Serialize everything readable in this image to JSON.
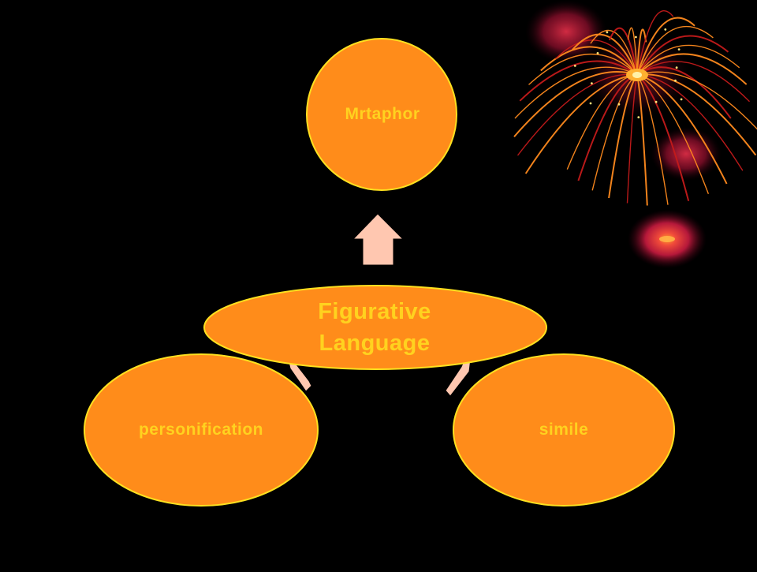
{
  "diagram": {
    "center": {
      "label": "Figurative Language"
    },
    "nodes": {
      "top": {
        "label": "Mrtaphor"
      },
      "left": {
        "label": "personification"
      },
      "right": {
        "label": "simile"
      }
    }
  },
  "colors": {
    "background": "#000000",
    "node_fill": "#FF8C1A",
    "node_stroke": "#FFE11F",
    "label_text": "#FFD21F",
    "arrow_fill": "#FFC7B0",
    "firework_orange": "#FF8A1E",
    "firework_red": "#C41A1A",
    "firework_glow": "#E02842"
  },
  "decorations": [
    "firework-burst",
    "red-glow-orb"
  ]
}
